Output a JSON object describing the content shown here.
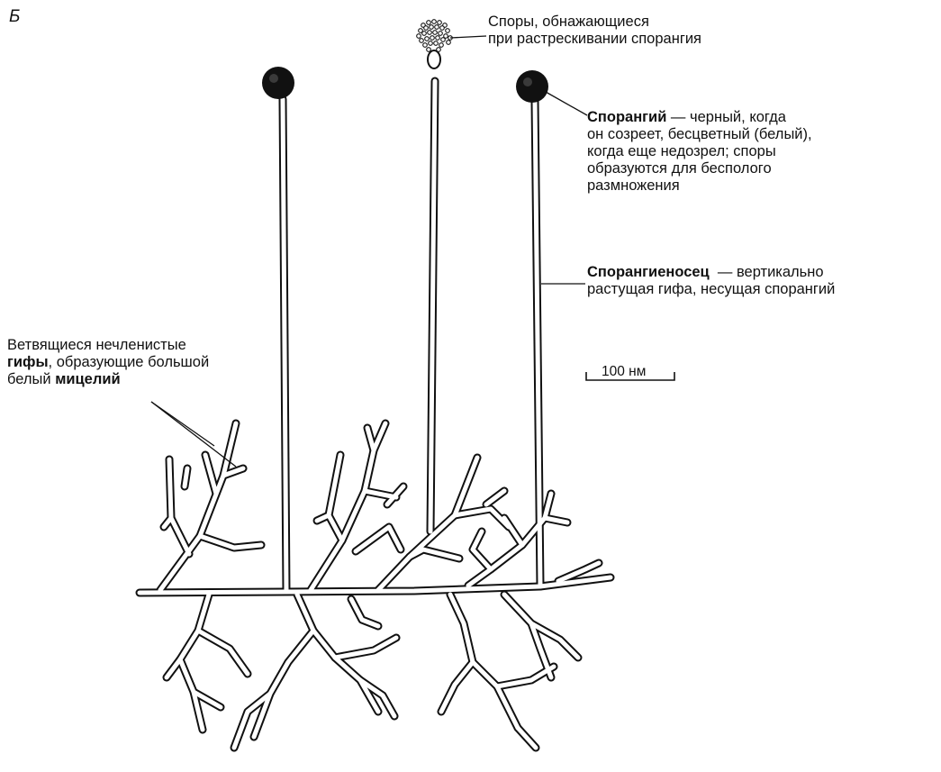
{
  "panel_letter": "Б",
  "spores_label": {
    "line1": "Споры, обнажающиеся",
    "line2": "при растрескивании спорангия"
  },
  "sporangium_label": {
    "term": "Спорангий",
    "line1_rest": " — черный, когда",
    "line2": "он созреет, бесцветный (белый),",
    "line3": "когда еще недозрел; споры",
    "line4": "образуются для бесполого",
    "line5": "размножения"
  },
  "sporangiophore_label": {
    "term": "Спорангиеносец",
    "line1_rest": "  — вертикально",
    "line2": "растущая гифа, несущая спорангий"
  },
  "hyphae_label": {
    "line1": "Ветвящиеся нечленистые",
    "line2_term": "гифы",
    "line2_rest": ", образующие большой",
    "line3_start": "белый ",
    "line3_term": "мицелий"
  },
  "scale_bar": {
    "label": "100 нм"
  },
  "colors": {
    "ink": "#111111",
    "paper": "#ffffff"
  }
}
